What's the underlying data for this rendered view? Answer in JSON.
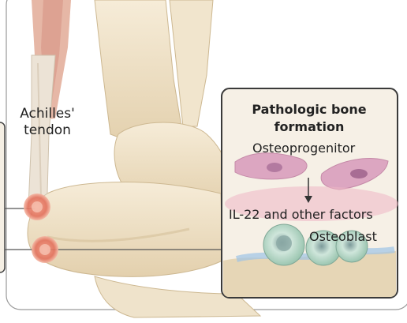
{
  "labels": {
    "tendon": [
      "Achilles'",
      "tendon"
    ],
    "inset_title": [
      "Pathologic bone",
      "formation"
    ],
    "osteoprogenitor": "Osteoprogenitor",
    "factors": "IL-22 and other factors",
    "osteoblast": "Osteoblast"
  },
  "colors": {
    "bone": "#efe2c9",
    "bone_shadow": "#d9c59f",
    "tendon": "#e6ddd0",
    "muscle": "#d8988a",
    "marker": "#e2705c",
    "inset_bg": "#f5efe4",
    "cell_pink": "#d9a0bd",
    "cell_green": "#b9d9c7"
  }
}
